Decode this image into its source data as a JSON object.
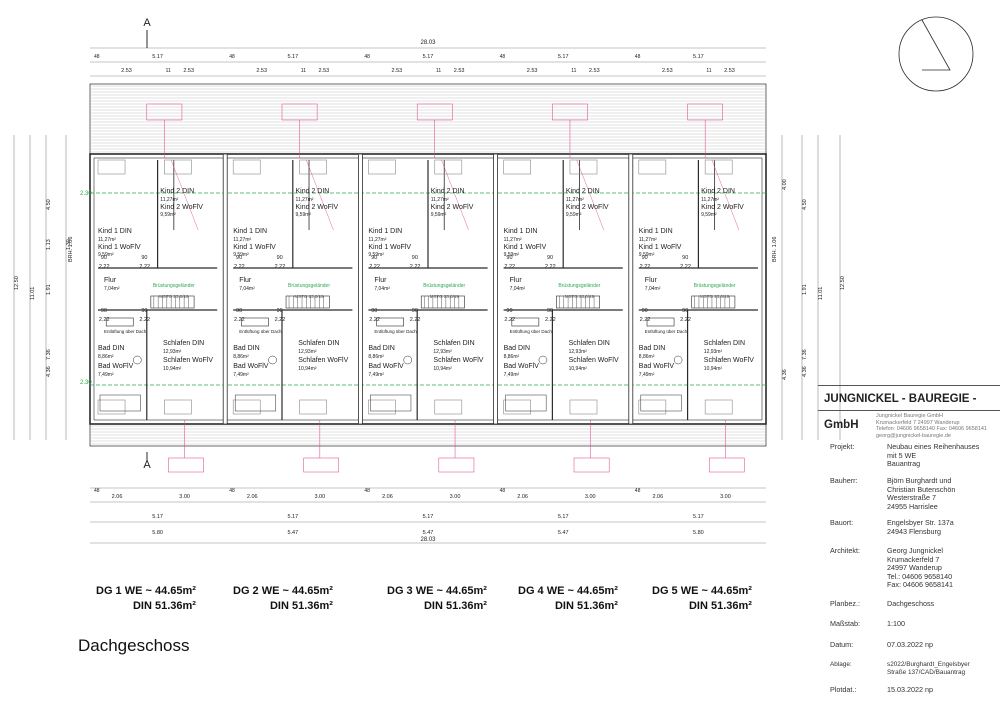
{
  "drawing": {
    "title": "Dachgeschoss",
    "overall_width": "28.03",
    "overall_depth": "12.50",
    "units": [
      {
        "id": 1,
        "area_we": "DG 1 WE ~ 44.65m²",
        "area_din": "DIN 51.36m²",
        "bottom_width": "5.80"
      },
      {
        "id": 2,
        "area_we": "DG 2 WE ~ 44.65m²",
        "area_din": "DIN 51.36m²",
        "bottom_width": "5.47"
      },
      {
        "id": 3,
        "area_we": "DG 3 WE ~ 44.65m²",
        "area_din": "DIN 51.36m²",
        "bottom_width": "5.47"
      },
      {
        "id": 4,
        "area_we": "DG 4 WE ~ 44.65m²",
        "area_din": "DIN 51.36m²",
        "bottom_width": "5.47"
      },
      {
        "id": 5,
        "area_we": "DG 5 WE ~ 44.65m²",
        "area_din": "DIN 51.36m²",
        "bottom_width": "5.80"
      }
    ],
    "rooms": {
      "kind2": [
        "Kind 2 DIN",
        "11,27m²",
        "Kind 2 WoFlV",
        "9,59m²"
      ],
      "kind1": [
        "Kind 1 DIN",
        "11,27m²",
        "Kind 1 WoFlV",
        "9,59m²"
      ],
      "flur": [
        "Flur",
        "7,04m²"
      ],
      "bad": [
        "Bad DIN",
        "8,86m²",
        "Bad WoFlV",
        "7,49m²"
      ],
      "schlafen": [
        "Schlafen DIN",
        "12,93m²",
        "Schlafen WoFlV",
        "10,94m²"
      ],
      "door_w": "90",
      "door_h": "2.22",
      "note_green": "Brüstungsgeländer",
      "note_stair": "MSTG 23,0/19",
      "note_vent": "Entlüftung über Dach"
    },
    "dims_top": [
      "5.17",
      "11",
      "2.53",
      "48"
    ],
    "dims_bottom": [
      "2.06",
      "3.00",
      "11",
      "5.17",
      "48"
    ],
    "dims_left": [
      "7",
      "4.50",
      "1.13",
      "1.91",
      "11",
      "4.36",
      "7",
      "11.01",
      "7.36",
      "1.30"
    ],
    "section_mark": "A",
    "brh_label": "BRH. 1.06"
  },
  "titleblock": {
    "company": "JUNGNICKEL - BAUREGIE - GmbH",
    "company_addr": [
      "Jungnickel Bauregie GmbH",
      "Krumackerfeld 7    24997 Wanderup",
      "Telefon: 04606 9658140    Fax: 04606 9658141",
      "georg@jungnickel-bauregie.de"
    ],
    "projekt_label": "Projekt:",
    "projekt": [
      "Neubau eines Reihenhauses",
      "mit 5 WE",
      "Bauantrag"
    ],
    "bauherr_label": "Bauherr:",
    "bauherr": [
      "Björn Burghardt und",
      "Christian Butenschön",
      "Westerstraße 7",
      "24955 Harrislee"
    ],
    "bauort_label": "Bauort:",
    "bauort": [
      "Engelsbyer Str. 137a",
      "24943 Flensburg"
    ],
    "architekt_label": "Architekt:",
    "architekt": [
      "Georg Jungnickel",
      "Krumackerfeld 7",
      "24997 Wanderup",
      "Tel.: 04606 9658140",
      "Fax: 04606 9658141"
    ],
    "planbez_label": "Planbez.:",
    "planbez": "Dachgeschoss",
    "massstab_label": "Maßstab:",
    "massstab": "1:100",
    "datum_label": "Datum:",
    "datum": "07.03.2022     np",
    "ablage_label": "Ablage:",
    "ablage": [
      "s2022/Burghardt_Engelsbyer",
      "Straße 137/CAD/Bauantrag"
    ],
    "plotdat_label": "Plotdat.:",
    "plotdat": "15.03.2022     np"
  },
  "colors": {
    "line": "#2a2a2a",
    "thin": "#8a8a8a",
    "green": "#2fa84f",
    "magenta": "#e0398c"
  }
}
